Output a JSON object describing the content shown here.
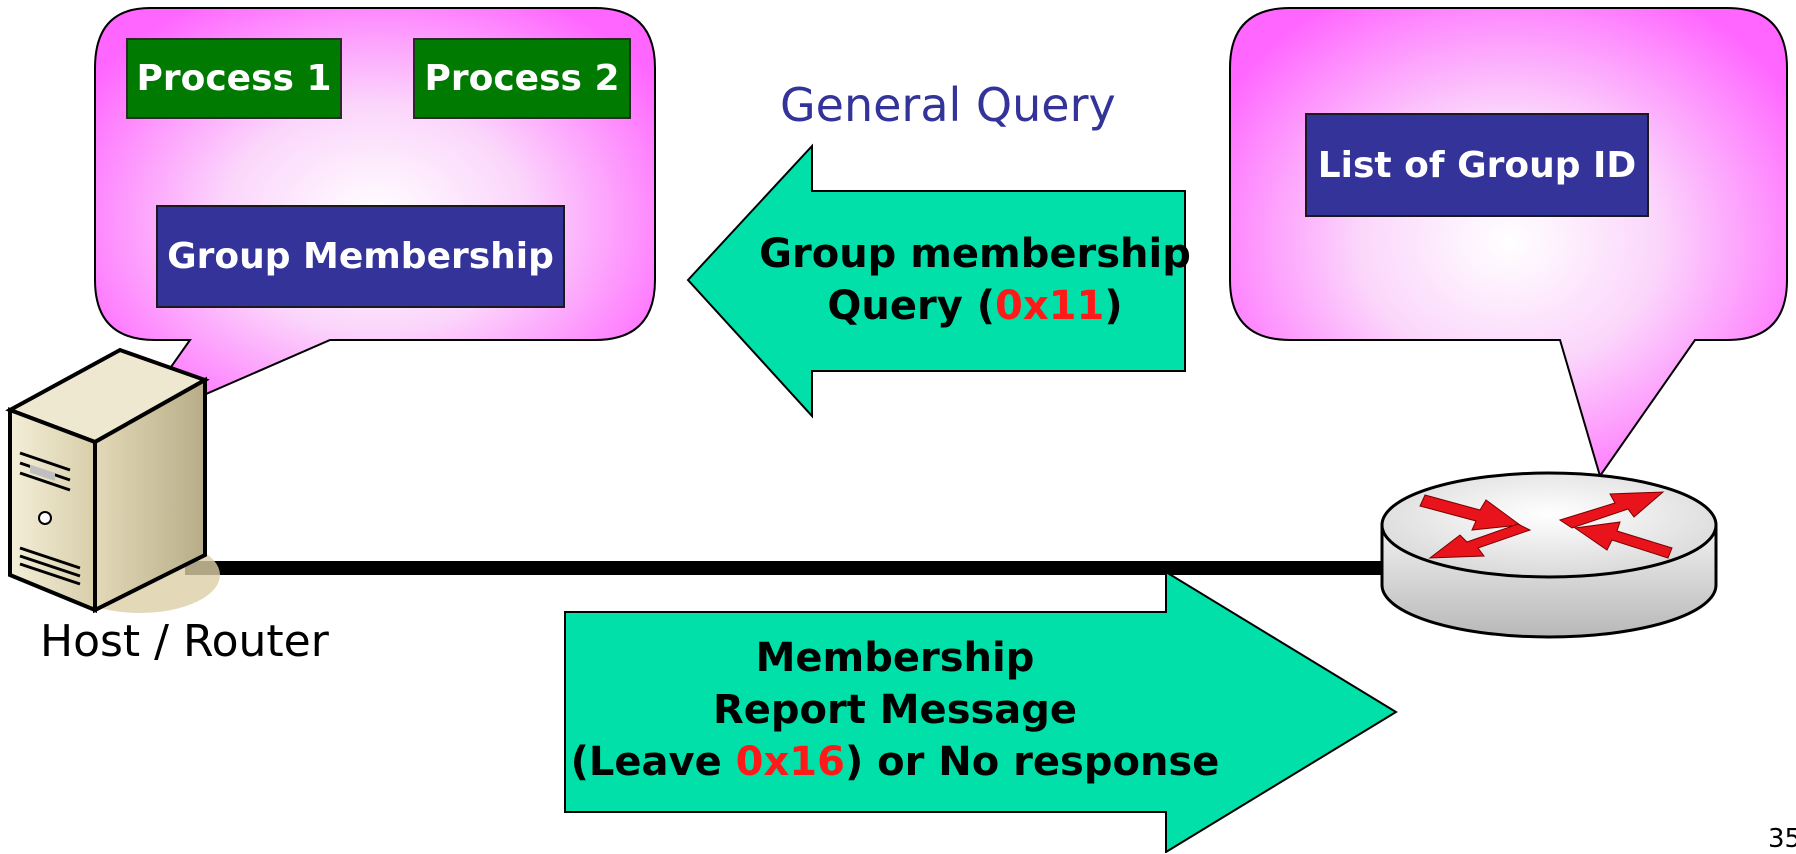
{
  "host_bubble": {
    "process_1": "Process 1",
    "process_2": "Process 2",
    "group_membership": "Group Membership"
  },
  "router_bubble": {
    "group_list": "List of Group ID"
  },
  "query": {
    "label": "General Query",
    "line1": "Group membership",
    "line2_prefix": "Query (",
    "code": "0x11",
    "line2_suffix": ")"
  },
  "report": {
    "line1": "Membership",
    "line2": "Report Message",
    "line3_prefix": "(Leave ",
    "code": "0x16",
    "line3_suffix": ") or No response"
  },
  "host_label": "Host / Router",
  "page_number": "35",
  "colors": {
    "bubble": "#ff66ff",
    "arrow": "#00e0a8",
    "process_box": "#007a00",
    "group_box": "#333399",
    "code_text": "#ff1a1a"
  },
  "icons": {
    "host": "server-icon",
    "router": "router-icon"
  }
}
